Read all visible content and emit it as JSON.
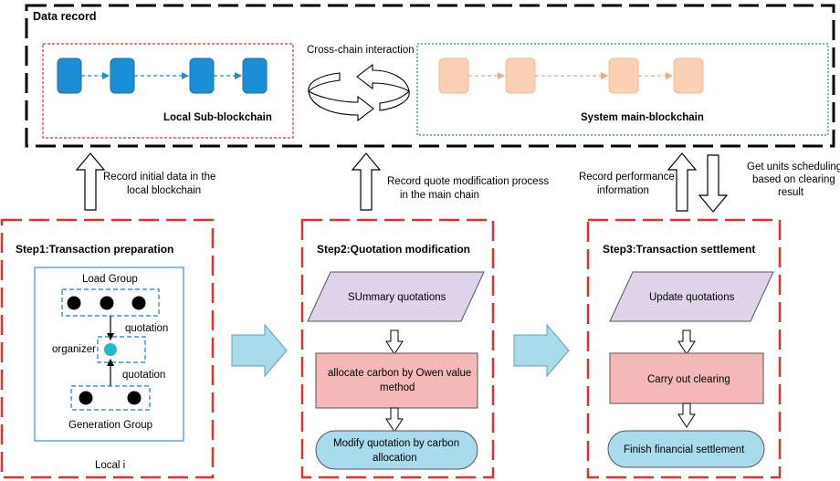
{
  "data_record": {
    "title": "Data record",
    "cross_chain": "Cross-chain interaction",
    "local_sub": "Local Sub-blockchain",
    "system_main": "System main-blockchain"
  },
  "links": {
    "record_initial_1": "Record initial data in the",
    "record_initial_2": "local blockchain",
    "record_quote_1": "Record quote modification process",
    "record_quote_2": "in the main chain",
    "record_perf_1": "Record performance",
    "record_perf_2": "information",
    "units_sched_1": "Get units scheduling",
    "units_sched_2": "based on clearing",
    "units_sched_3": "result"
  },
  "step1": {
    "title": "Step1:Transaction preparation",
    "load_group": "Load Group",
    "quotation_top": "quotation",
    "organizer": "organizer",
    "quotation_bottom": "quotation",
    "generation_group": "Generation Group",
    "local_i": "Local i"
  },
  "step2": {
    "title": "Step2:Quotation modification",
    "summary": "SUmmary quotations",
    "allocate_1": "allocate carbon by Owen value",
    "allocate_2": "method",
    "modify_1": "Modify quotation by carbon",
    "modify_2": "allocation"
  },
  "step3": {
    "title": "Step3:Transaction settlement",
    "update": "Update quotations",
    "clearing": "Carry out clearing",
    "finish": "Finish financial settlement"
  },
  "colors": {
    "red_dash": "#e03030",
    "teal_dash": "#1a8a8a",
    "sub_block": "#1a8fd8",
    "main_block": "#fcd0b4",
    "parallelogram": "#e0d4ea",
    "process": "#f4b8b8",
    "terminal": "#a8dcec",
    "big_arrow": "#a8dcec"
  }
}
